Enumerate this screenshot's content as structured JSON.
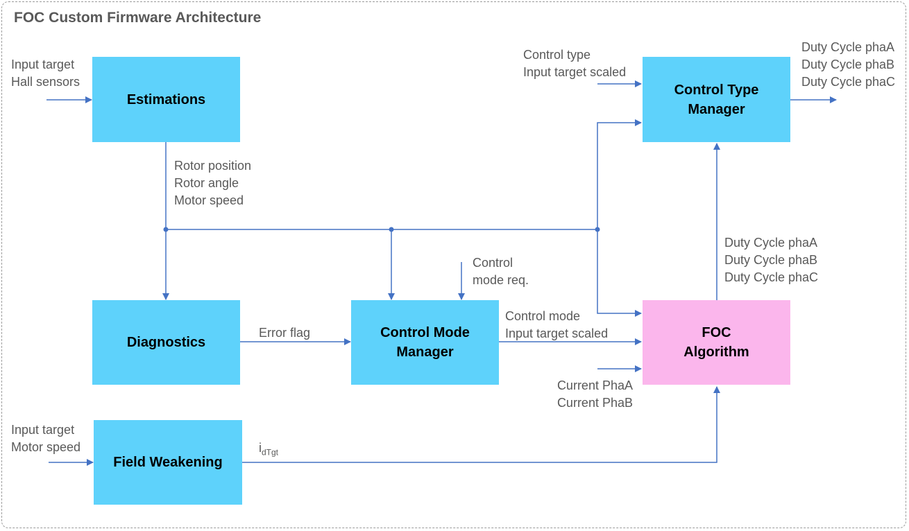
{
  "title": "FOC Custom Firmware Architecture",
  "blocks": {
    "estimations": [
      "Estimations"
    ],
    "diagnostics": [
      "Diagnostics"
    ],
    "control_mode_manager": [
      "Control Mode",
      "Manager"
    ],
    "field_weakening": [
      "Field Weakening"
    ],
    "control_type_manager": [
      "Control Type",
      "Manager"
    ],
    "foc_algorithm": [
      "FOC",
      "Algorithm"
    ]
  },
  "labels": {
    "estimations_inputs": [
      "Input target",
      "Hall sensors"
    ],
    "estimations_outputs": [
      "Rotor position",
      "Rotor angle",
      "Motor speed"
    ],
    "error_flag": "Error flag",
    "control_mode_req": [
      "Control",
      "mode req."
    ],
    "cmm_outputs": [
      "Control mode",
      "Input target scaled"
    ],
    "current_inputs": [
      "Current PhaA",
      "Current PhaB"
    ],
    "fw_inputs": [
      "Input target",
      "Motor speed"
    ],
    "id_target": {
      "main": "i",
      "sub": "dTgt"
    },
    "ctm_inputs": [
      "Control type",
      "Input target scaled"
    ],
    "foc_outputs": [
      "Duty Cycle phaA",
      "Duty Cycle phaB",
      "Duty Cycle phaC"
    ],
    "ctm_outputs": [
      "Duty Cycle phaA",
      "Duty Cycle phaB",
      "Duty Cycle phaC"
    ]
  },
  "colors": {
    "block_blue": "#5ed2fb",
    "block_pink": "#fbb6ec",
    "wire": "#4472c4",
    "label_text": "#595959"
  }
}
